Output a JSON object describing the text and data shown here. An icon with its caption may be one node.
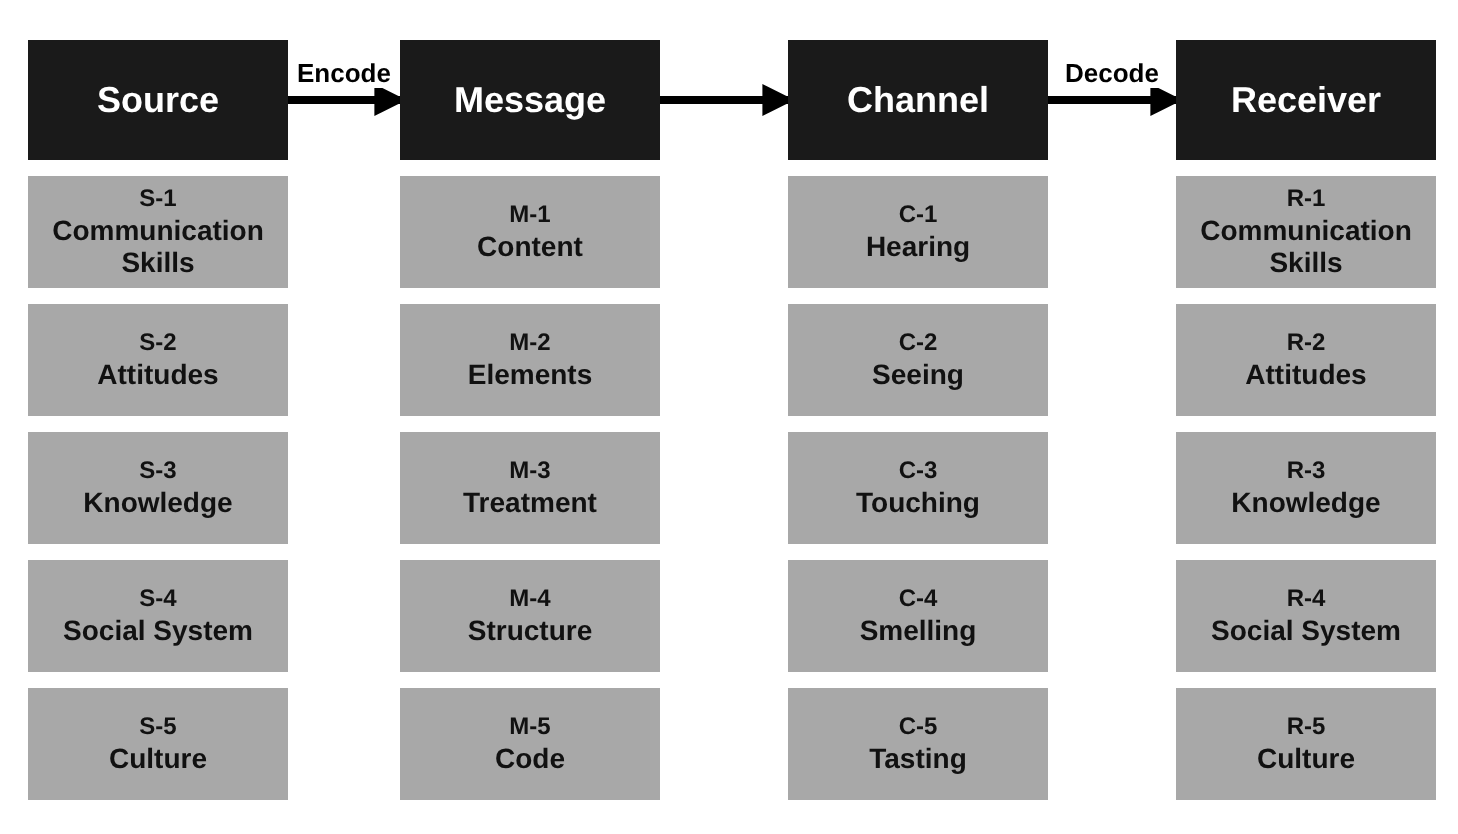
{
  "diagram": {
    "nodes": [
      {
        "text": [
          "Source"
        ]
      },
      {
        "text": [
          "Message"
        ]
      },
      {
        "text": [
          "Channel"
        ]
      },
      {
        "text": [
          "Receiver"
        ]
      },
      {
        "text": [
          "S-1",
          "Communication Skills"
        ]
      },
      {
        "text": [
          "M-1",
          "Content"
        ]
      },
      {
        "text": [
          "C-1",
          "Hearing"
        ]
      },
      {
        "text": [
          "R-1",
          "Communication Skills"
        ]
      },
      {
        "text": [
          "S-2",
          "Attitudes"
        ]
      },
      {
        "text": [
          "M-2",
          "Elements"
        ]
      },
      {
        "text": [
          "C-2",
          "Seeing"
        ]
      },
      {
        "text": [
          "R-2",
          "Attitudes"
        ]
      },
      {
        "text": [
          "S-3",
          "Knowledge"
        ]
      },
      {
        "text": [
          "M-3",
          "Treatment"
        ]
      },
      {
        "text": [
          "C-3",
          "Touching"
        ]
      },
      {
        "text": [
          "R-3",
          "Knowledge"
        ]
      },
      {
        "text": [
          "S-4",
          "Social System"
        ]
      },
      {
        "text": [
          "M-4",
          "Structure"
        ]
      },
      {
        "text": [
          "C-4",
          "Smelling"
        ]
      },
      {
        "text": [
          "R-4",
          "Social System"
        ]
      },
      {
        "text": [
          "S-5",
          "Culture"
        ]
      },
      {
        "text": [
          "M-5",
          "Code"
        ]
      },
      {
        "text": [
          "C-5",
          "Tasting"
        ]
      },
      {
        "text": [
          "R-5",
          "Culture"
        ]
      }
    ],
    "edges": [
      {
        "from": 0,
        "to": 1,
        "arrow": "to",
        "label": "Encode"
      },
      {
        "from": 1,
        "to": 2,
        "arrow": "to"
      },
      {
        "from": 2,
        "to": 3,
        "arrow": "to",
        "label": "Decode"
      }
    ]
  }
}
